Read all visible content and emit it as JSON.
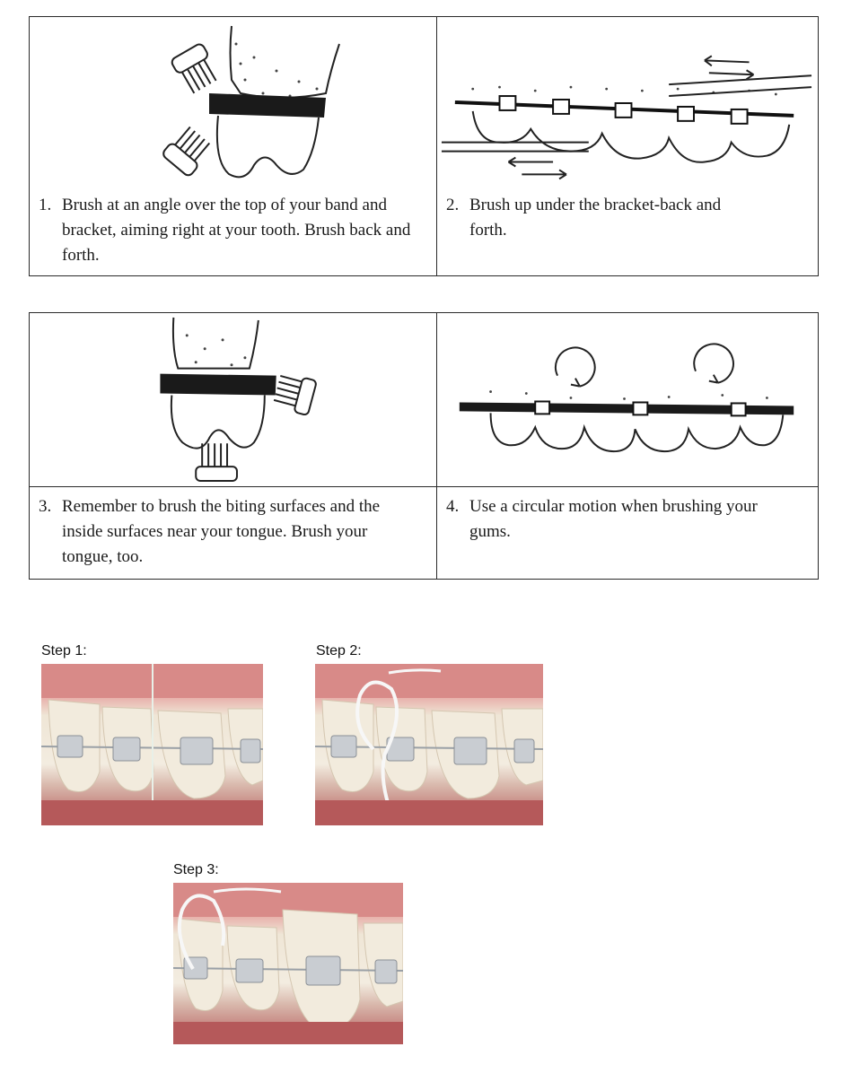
{
  "brushing": {
    "step1": {
      "number": "1.",
      "text": "Brush at an angle over the top of your band and bracket, aiming right at your tooth. Brush back and forth."
    },
    "step2": {
      "number": "2.",
      "text": "Brush up under the bracket-back and forth."
    },
    "step3": {
      "number": "3.",
      "text": "Remember to brush the biting surfaces and the inside surfaces near your tongue.  Brush your tongue, too."
    },
    "step4": {
      "number": "4.",
      "text": "Use a circular motion when brushing your gums."
    }
  },
  "flossing": {
    "step1_label": "Step 1:",
    "step2_label": "Step 2:",
    "step3_label": "Step 3:"
  }
}
